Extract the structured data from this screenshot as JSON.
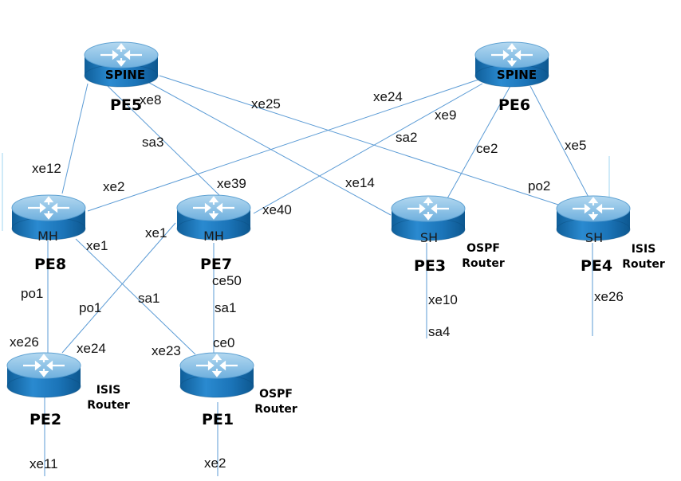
{
  "nodes": [
    {
      "id": "PE5",
      "name": "PE5",
      "role": "SPINE",
      "role_bold": true,
      "note": ""
    },
    {
      "id": "PE6",
      "name": "PE6",
      "role": "SPINE",
      "role_bold": true,
      "note": ""
    },
    {
      "id": "PE8",
      "name": "PE8",
      "role": "MH",
      "role_bold": false,
      "note": ""
    },
    {
      "id": "PE7",
      "name": "PE7",
      "role": "MH",
      "role_bold": false,
      "note": ""
    },
    {
      "id": "PE3",
      "name": "PE3",
      "role": "SH",
      "role_bold": false,
      "note": [
        "OSPF",
        "Router"
      ]
    },
    {
      "id": "PE4",
      "name": "PE4",
      "role": "SH",
      "role_bold": false,
      "note": [
        "ISIS",
        "Router"
      ]
    },
    {
      "id": "PE2",
      "name": "PE2",
      "role": "",
      "role_bold": false,
      "note": [
        "ISIS",
        "Router"
      ]
    },
    {
      "id": "PE1",
      "name": "PE1",
      "role": "",
      "role_bold": false,
      "note": [
        "OSPF",
        "Router"
      ]
    }
  ],
  "links": [
    {
      "from": "PE5",
      "to": "PE8",
      "labels": [
        "xe12"
      ]
    },
    {
      "from": "PE5",
      "to": "PE7",
      "labels": [
        "xe8",
        "sa3",
        "xe39"
      ]
    },
    {
      "from": "PE5",
      "to": "PE3",
      "labels": [
        "xe14"
      ]
    },
    {
      "from": "PE5",
      "to": "PE4",
      "labels": [
        "xe25",
        "po2"
      ]
    },
    {
      "from": "PE6",
      "to": "PE8",
      "labels": [
        "xe24",
        "xe2"
      ]
    },
    {
      "from": "PE6",
      "to": "PE7",
      "labels": [
        "xe9",
        "sa2",
        "xe40"
      ]
    },
    {
      "from": "PE6",
      "to": "PE3",
      "labels": [
        "ce2"
      ]
    },
    {
      "from": "PE6",
      "to": "PE4",
      "labels": [
        "xe5"
      ]
    },
    {
      "from": "PE8",
      "to": "PE2",
      "labels": [
        "po1",
        "xe26"
      ]
    },
    {
      "from": "PE8",
      "to": "PE1",
      "labels": [
        "xe1",
        "sa1",
        "xe23"
      ]
    },
    {
      "from": "PE7",
      "to": "PE2",
      "labels": [
        "xe1",
        "po1",
        "xe24"
      ]
    },
    {
      "from": "PE7",
      "to": "PE1",
      "labels": [
        "ce50",
        "sa1",
        "ce0"
      ]
    },
    {
      "from": "PE3",
      "to": "ext",
      "labels": [
        "xe10",
        "sa4"
      ]
    },
    {
      "from": "PE4",
      "to": "ext",
      "labels": [
        "xe26"
      ]
    },
    {
      "from": "PE2",
      "to": "ext",
      "labels": [
        "xe11"
      ]
    },
    {
      "from": "PE1",
      "to": "ext",
      "labels": [
        "xe2"
      ]
    }
  ],
  "colors": {
    "router_top": "#8ec3e6",
    "router_body": "#1f78b4",
    "link": "#5b9bd5"
  }
}
